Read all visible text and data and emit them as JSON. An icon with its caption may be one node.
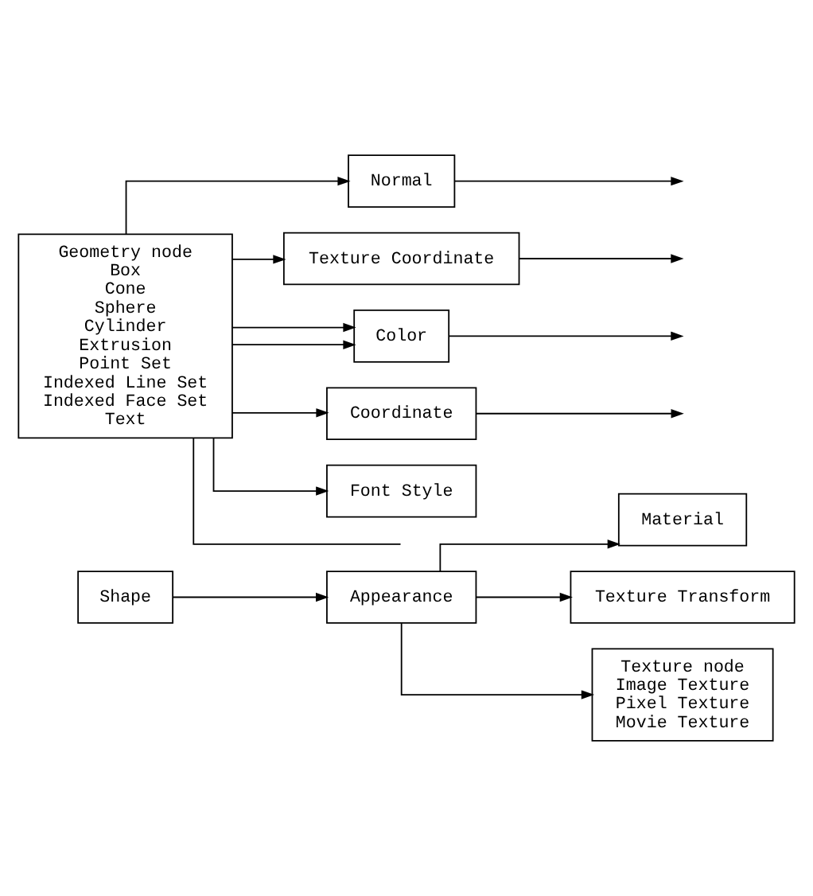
{
  "diagram": {
    "nodes": [
      {
        "text": [
          "Shape"
        ]
      },
      {
        "text": [
          "Appearance"
        ]
      },
      {
        "text": [
          "Material"
        ]
      },
      {
        "text": [
          "Texture Transform"
        ]
      },
      {
        "text": [
          "Texture node",
          "Image Texture",
          "Pixel Texture",
          "Movie Texture"
        ]
      },
      {
        "text": [
          "Geometry node",
          "Box",
          "Cone",
          "Sphere",
          "Cylinder",
          "Extrusion",
          "Point Set",
          "Indexed Line Set",
          "Indexed Face Set",
          "Text"
        ]
      },
      {
        "text": [
          "Normal"
        ]
      },
      {
        "text": [
          "Texture Coordinate"
        ]
      },
      {
        "text": [
          "Color"
        ]
      },
      {
        "text": [
          "Coordinate"
        ]
      },
      {
        "text": [
          "Font Style"
        ]
      }
    ],
    "edges": [
      {
        "from": 0,
        "to": 1,
        "arrow": "to"
      },
      {
        "from": 1,
        "to": 2,
        "arrow": "to"
      },
      {
        "from": 1,
        "to": 3,
        "arrow": "to"
      },
      {
        "from": 1,
        "to": 4,
        "arrow": "to"
      },
      {
        "from": 5,
        "to": 6,
        "arrow": "to"
      },
      {
        "from": 5,
        "to": 7,
        "arrow": "to"
      },
      {
        "from": 5,
        "to": 8,
        "arrow": "to"
      },
      {
        "from": 5,
        "to": 8,
        "arrow": "to"
      },
      {
        "from": 5,
        "to": 9,
        "arrow": "to"
      },
      {
        "from": 5,
        "to": null,
        "arrow": "none"
      },
      {
        "from": 6,
        "to": null,
        "arrow": "to"
      },
      {
        "from": 7,
        "to": null,
        "arrow": "to"
      },
      {
        "from": 8,
        "to": null,
        "arrow": "to"
      },
      {
        "from": 9,
        "to": null,
        "arrow": "to"
      },
      {
        "from": 5,
        "to": 10,
        "arrow": "to"
      }
    ]
  }
}
